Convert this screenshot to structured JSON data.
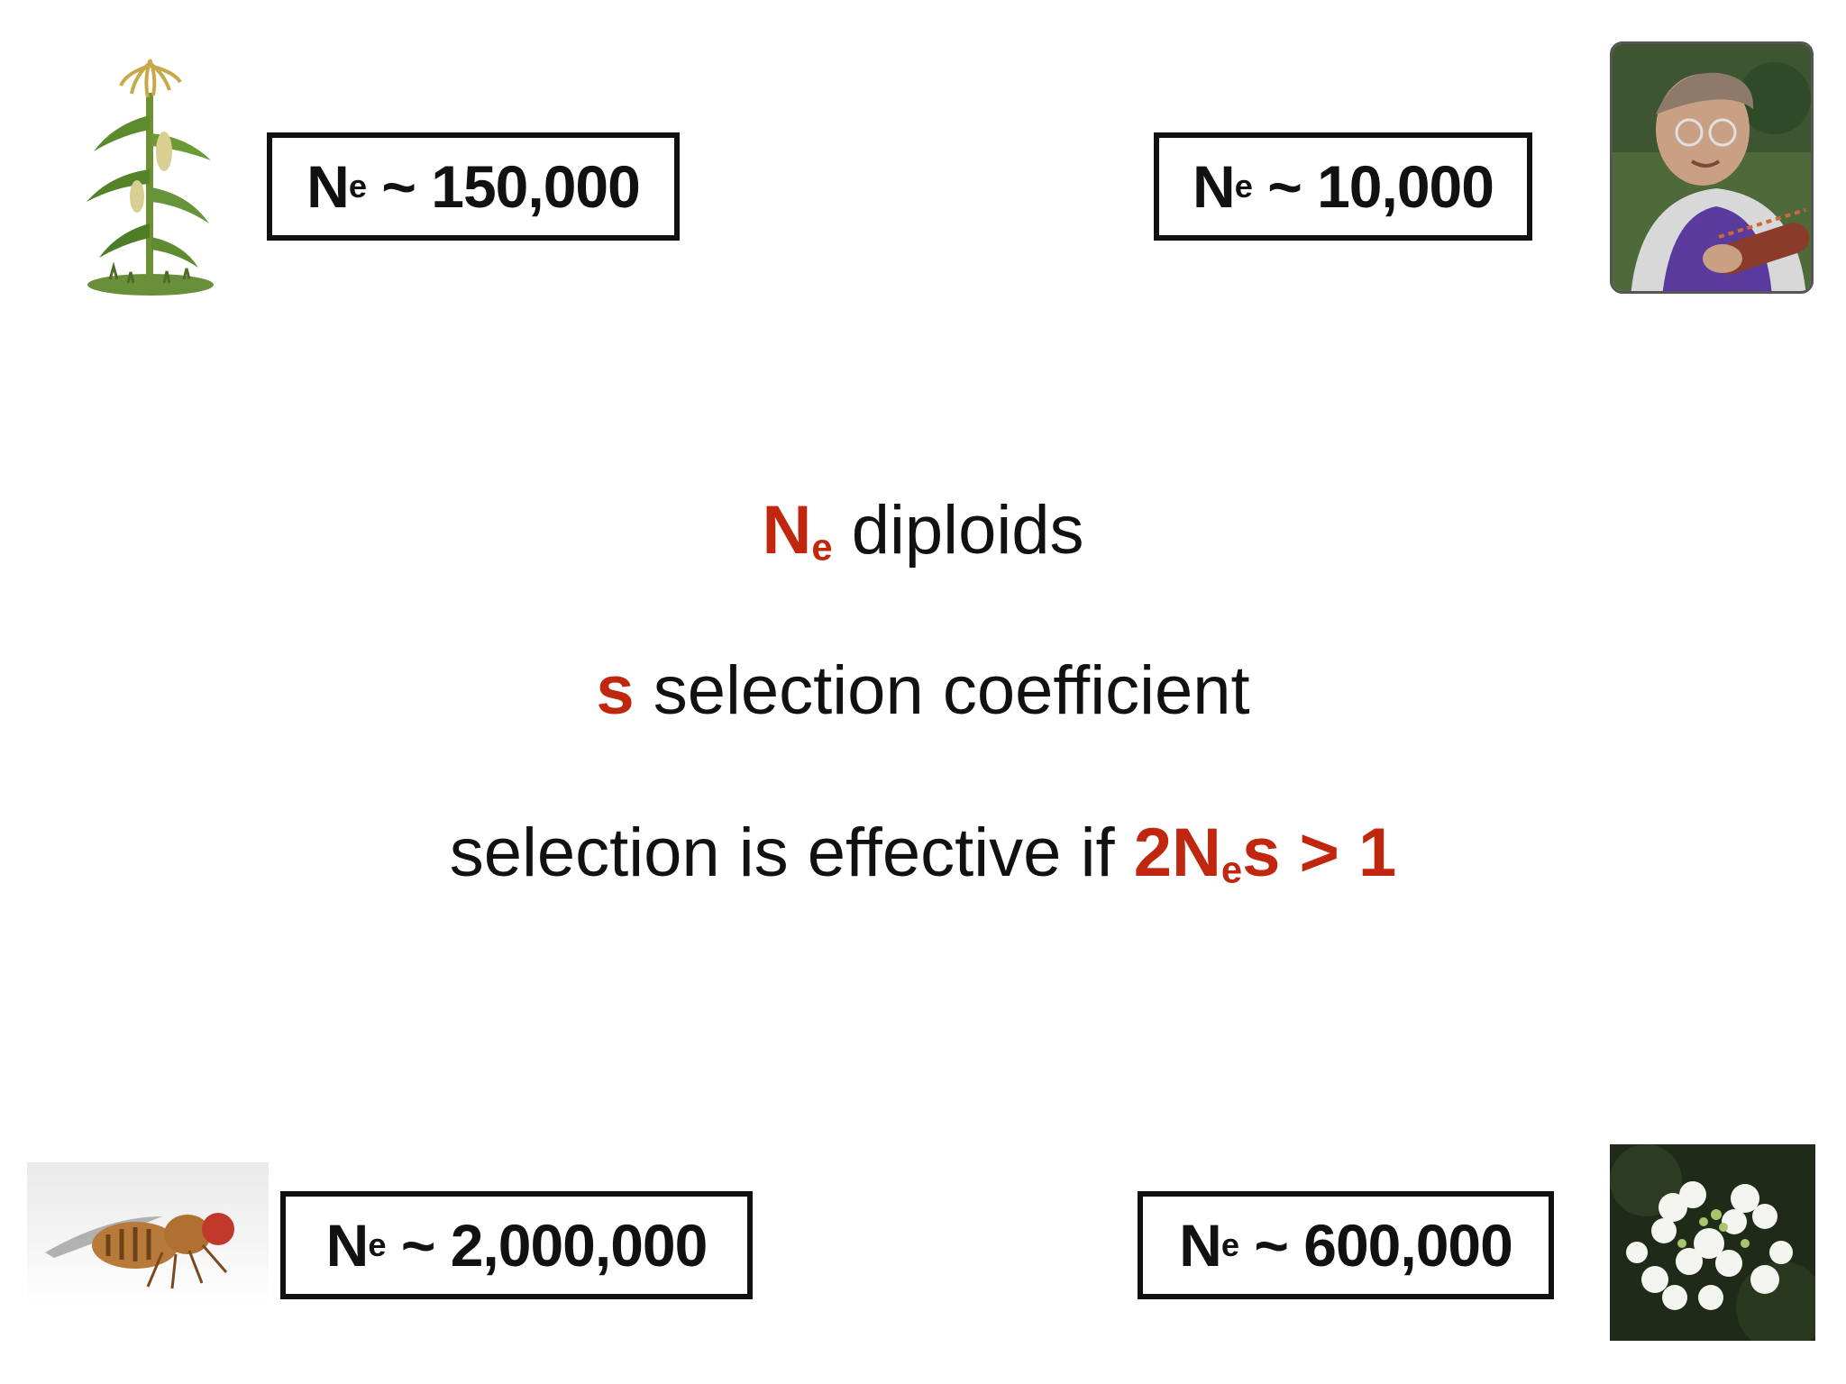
{
  "species": [
    {
      "symbol": "N",
      "subscript": "e",
      "value": "~ 150,000"
    },
    {
      "symbol": "N",
      "subscript": "e",
      "value": "~ 10,000"
    },
    {
      "symbol": "N",
      "subscript": "e",
      "value": "~ 2,000,000"
    },
    {
      "symbol": "N",
      "subscript": "e",
      "value": "~ 600,000"
    }
  ],
  "definitions": {
    "ne": {
      "symbol": "N",
      "subscript": "e",
      "text": "diploids"
    },
    "s": {
      "symbol": "s",
      "text": "selection coefficient"
    },
    "rule": {
      "text": "selection is effective if",
      "f1": "2N",
      "fsub": "e",
      "f2": "s > 1"
    }
  },
  "colors": {
    "accent": "#c0270e",
    "text": "#111111",
    "background": "#ffffff"
  },
  "icons": [
    "maize-plant-icon",
    "scientist-photo-icon",
    "fruit-fly-icon",
    "white-flowers-icon"
  ]
}
